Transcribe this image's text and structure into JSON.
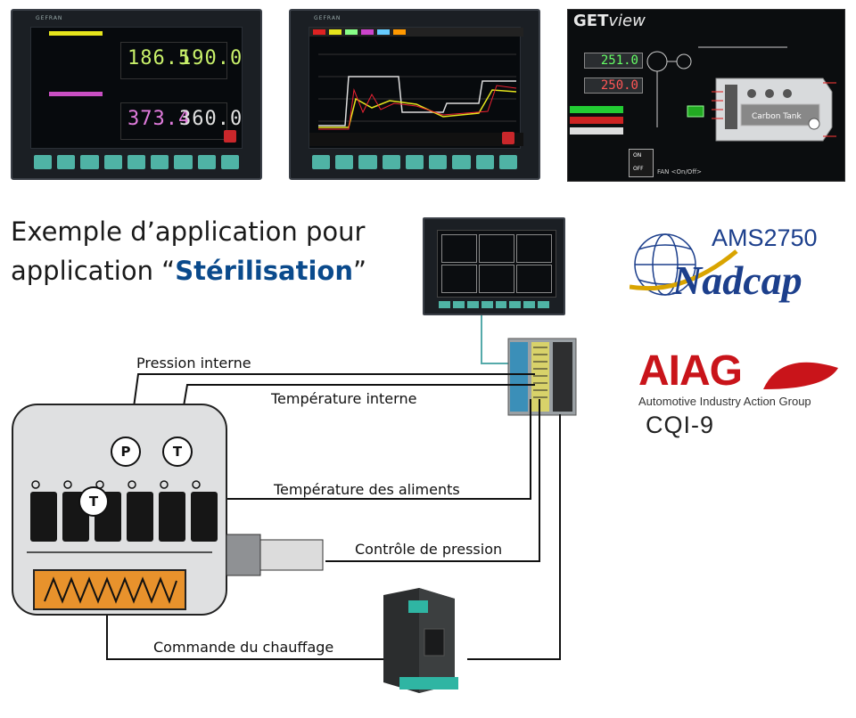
{
  "heading": {
    "line1": "Exemple d’application pour",
    "line2_pre": "application “",
    "line2_bold": "Stérilisation",
    "line2_post": "”"
  },
  "hmi1": {
    "display_top": "186.5",
    "display_top_sp": "190.0",
    "display_bottom": "373.4",
    "display_bottom_sp": "360.0"
  },
  "getview": {
    "logo_bold": "GET",
    "logo_italic": "view",
    "value_1": "251.0",
    "value_2": "250.0",
    "fan_label": "FAN <On/Off>",
    "btn_on": "ON",
    "btn_off": "OFF",
    "carbon_label": "Carbon Tank"
  },
  "diagram": {
    "labels": {
      "pression_interne": "Pression interne",
      "temperature_interne": "Température interne",
      "temperature_aliments": "Température des aliments",
      "controle_pression": "Contrôle de pression",
      "commande_chauffage": "Commande du chauffage"
    },
    "sensor_p": "P",
    "sensor_t": "T"
  },
  "certifications": {
    "ams": "AMS2750",
    "nadcap": "Nadcap",
    "aiag": "AIAG",
    "aiag_sub": "Automotive Industry Action Group",
    "cqi": "CQI-9"
  },
  "colors": {
    "accent_blue": "#0a4a8c",
    "aiag_red": "#c9141a",
    "heater_orange": "#e8922c",
    "key_teal": "#4fb3a5"
  }
}
